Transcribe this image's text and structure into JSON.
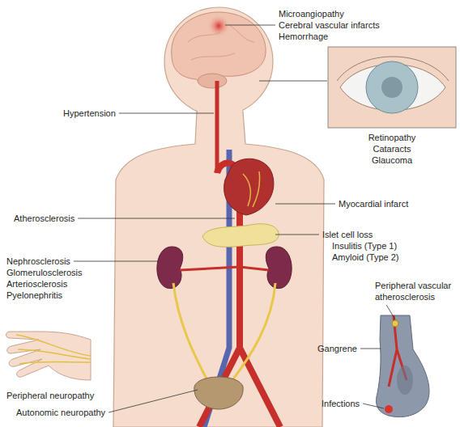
{
  "diagram": {
    "labels": [
      "Microangiopathy",
      "Cerebral vascular infarcts",
      "Hemorrhage",
      "Retinopathy",
      "Cataracts",
      "Glaucoma",
      "Hypertension",
      "Myocardial infarct",
      "Atherosclerosis",
      "Islet cell loss",
      "Insulitis (Type 1)",
      "Amyloid (Type 2)",
      "Nephrosclerosis",
      "Glomerulosclerosis",
      "Arteriosclerosis",
      "Pyelonephritis",
      "Peripheral neuropathy",
      "Autonomic neuropathy",
      "Peripheral vascular atherosclerosis",
      "Gangrene",
      "Infections"
    ]
  }
}
